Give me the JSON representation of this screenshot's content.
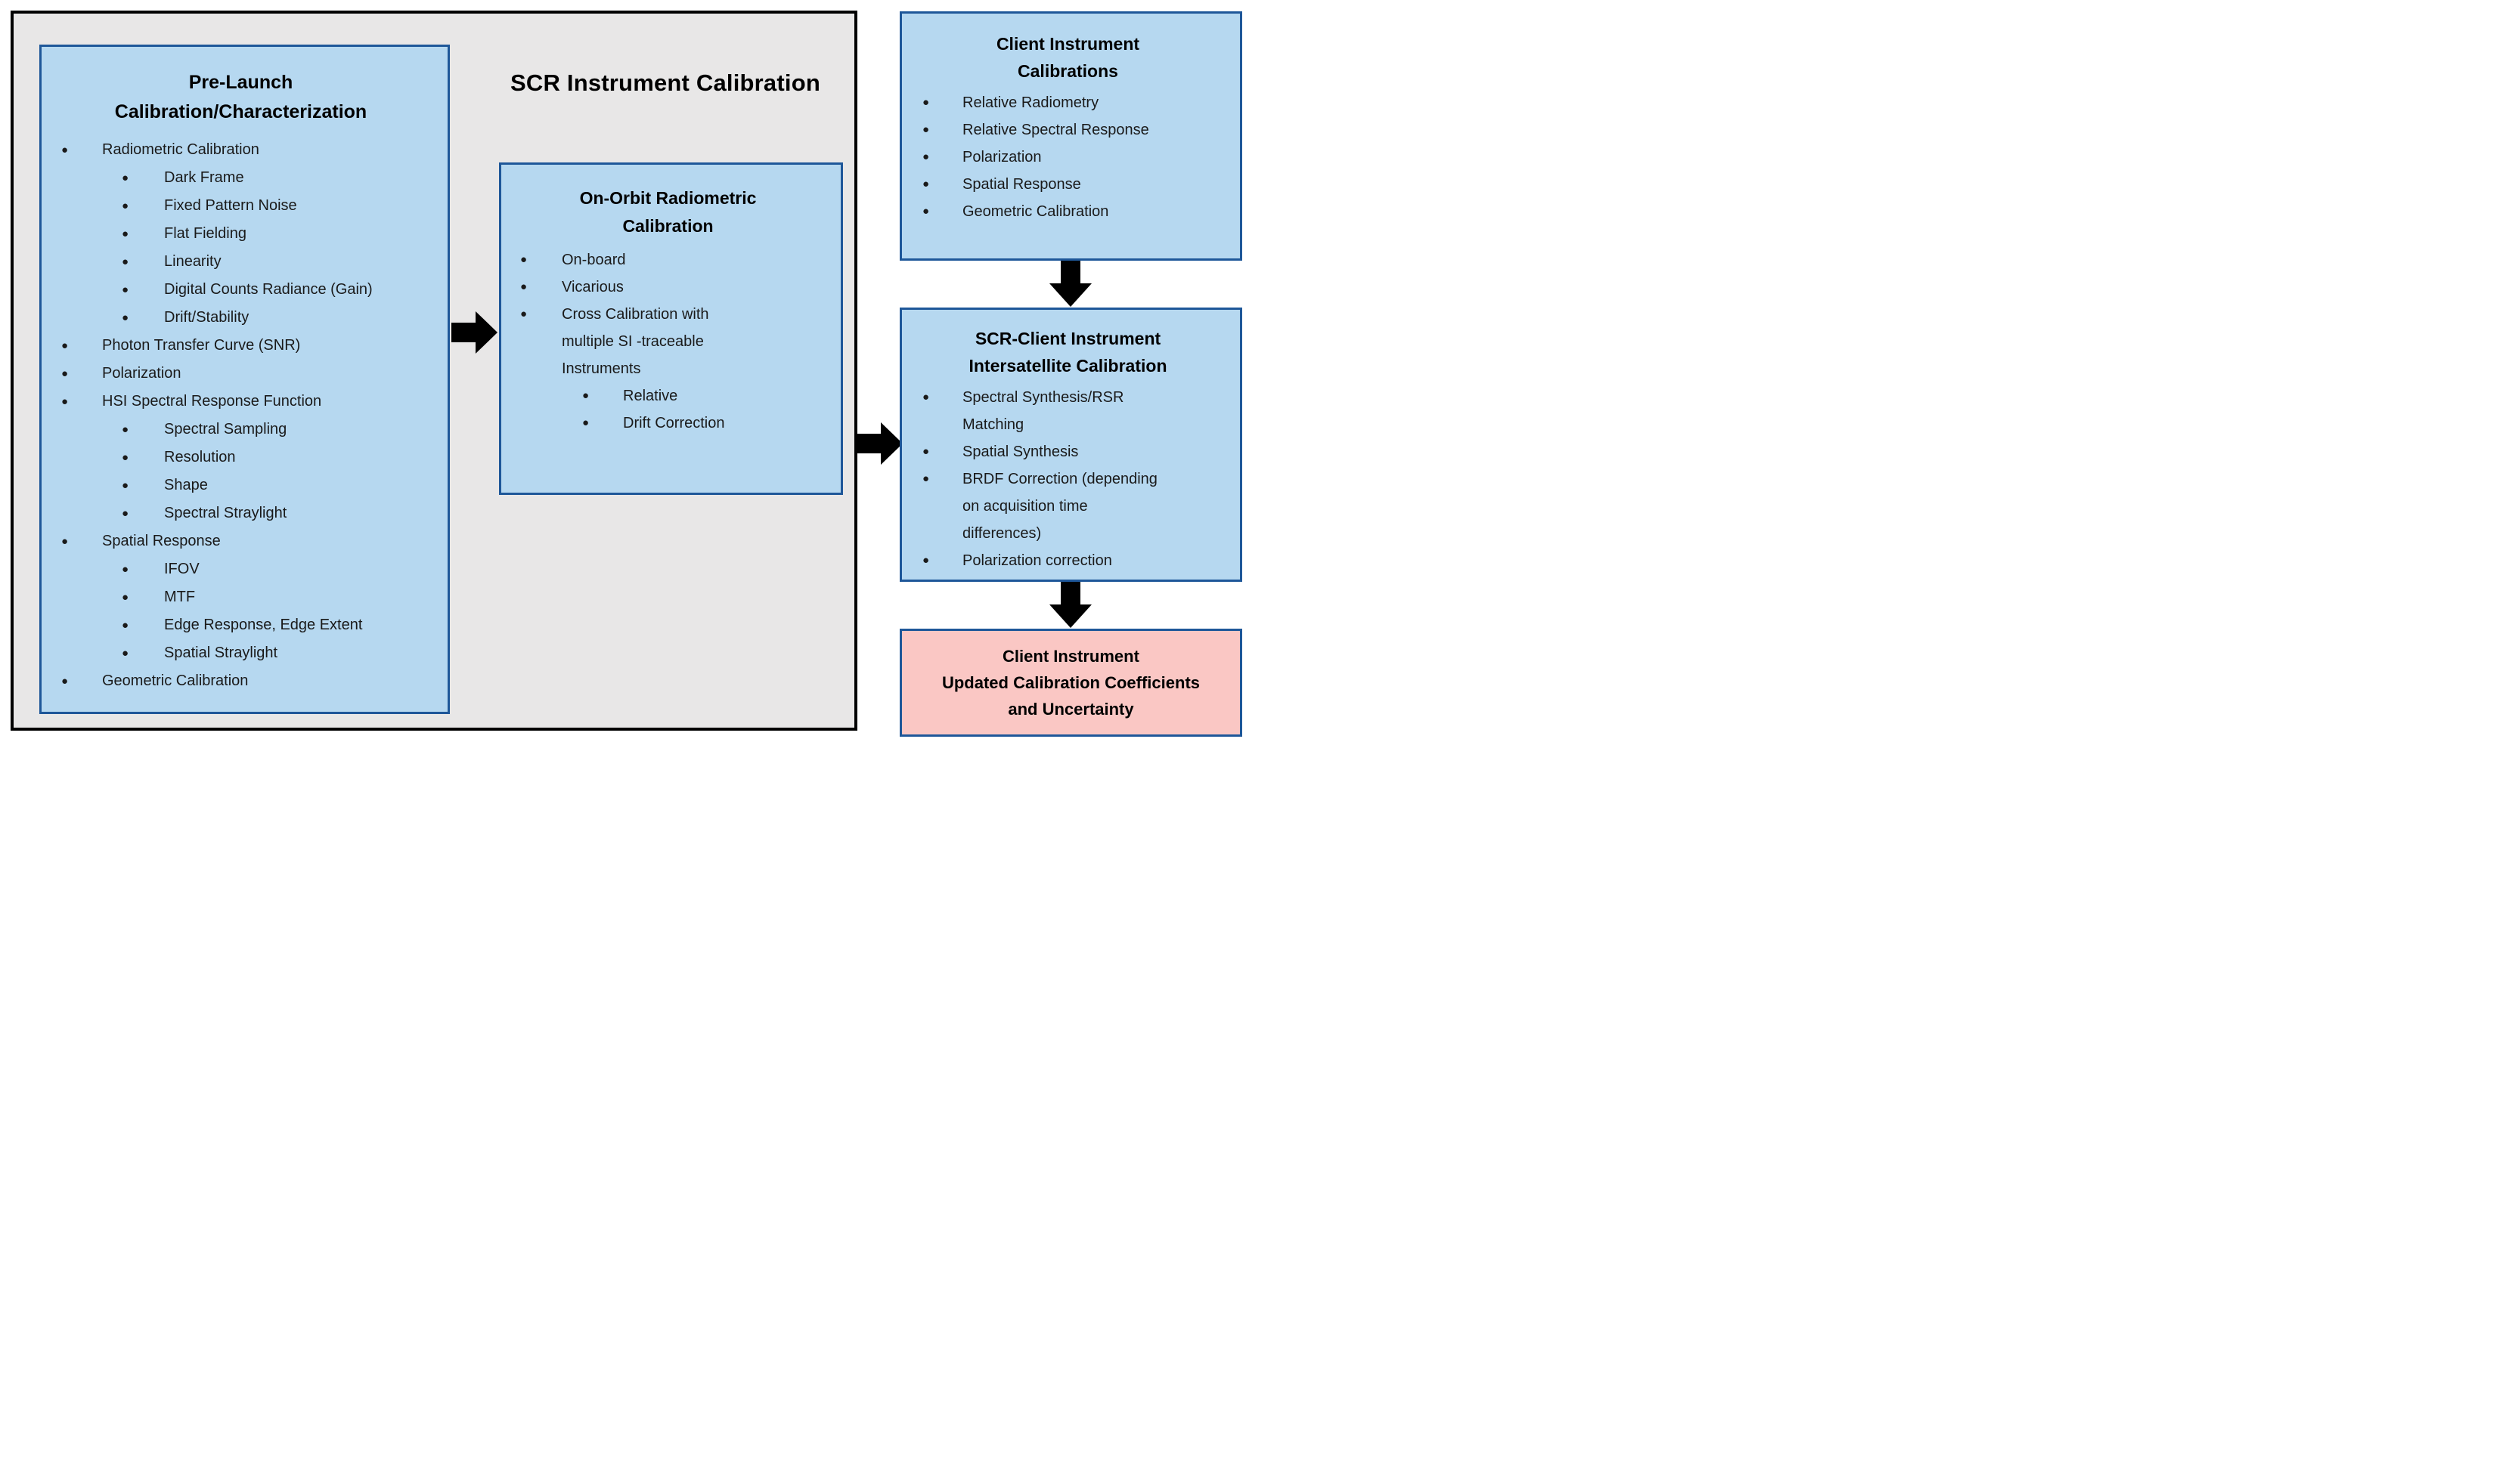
{
  "colors": {
    "group_fill": "#E8E7E7",
    "box_fill": "#B6D8F0",
    "box_border": "#1E5799",
    "output_fill": "#FAC7C4",
    "arrow": "#000000"
  },
  "diagram": {
    "scr_group": {
      "title": "SCR Instrument Calibration",
      "prelaunch_box": {
        "title": "Pre-Launch\nCalibration/Characterization",
        "items": [
          {
            "text": "Radiometric Calibration",
            "level": 1
          },
          {
            "text": "Dark Frame",
            "level": 2
          },
          {
            "text": "Fixed Pattern Noise",
            "level": 2
          },
          {
            "text": "Flat Fielding",
            "level": 2
          },
          {
            "text": "Linearity",
            "level": 2
          },
          {
            "text": "Digital Counts Radiance (Gain)",
            "level": 2
          },
          {
            "text": "Drift/Stability",
            "level": 2
          },
          {
            "text": "Photon Transfer Curve (SNR)",
            "level": 1
          },
          {
            "text": "Polarization",
            "level": 1
          },
          {
            "text": "HSI Spectral Response Function",
            "level": 1
          },
          {
            "text": "Spectral Sampling",
            "level": 2
          },
          {
            "text": "Resolution",
            "level": 2
          },
          {
            "text": "Shape",
            "level": 2
          },
          {
            "text": "Spectral Straylight",
            "level": 2
          },
          {
            "text": "Spatial Response",
            "level": 1
          },
          {
            "text": "IFOV",
            "level": 2
          },
          {
            "text": "MTF",
            "level": 2
          },
          {
            "text": "Edge Response, Edge Extent",
            "level": 2
          },
          {
            "text": "Spatial Straylight",
            "level": 2
          },
          {
            "text": "Geometric Calibration",
            "level": 1
          }
        ]
      },
      "onorbit_box": {
        "title": "On-Orbit Radiometric\nCalibration",
        "items": [
          {
            "text": "On-board",
            "level": 1
          },
          {
            "text": "Vicarious",
            "level": 1
          },
          {
            "text": "Cross Calibration with\nmultiple SI -traceable\nInstruments",
            "level": 1
          },
          {
            "text": "Relative",
            "level": 2
          },
          {
            "text": "Drift Correction",
            "level": 2
          }
        ]
      }
    },
    "client_box": {
      "title": "Client Instrument\nCalibrations",
      "items": [
        {
          "text": "Relative Radiometry",
          "level": 1
        },
        {
          "text": "Relative Spectral Response",
          "level": 1
        },
        {
          "text": "Polarization",
          "level": 1
        },
        {
          "text": "Spatial Response",
          "level": 1
        },
        {
          "text": "Geometric Calibration",
          "level": 1
        }
      ]
    },
    "intersat_box": {
      "title": "SCR-Client Instrument\nIntersatellite Calibration",
      "items": [
        {
          "text": "Spectral Synthesis/RSR\nMatching",
          "level": 1
        },
        {
          "text": "Spatial Synthesis",
          "level": 1
        },
        {
          "text": "BRDF Correction (depending\non acquisition time\ndifferences)",
          "level": 1
        },
        {
          "text": "Polarization correction",
          "level": 1
        }
      ]
    },
    "output_box": {
      "title": "Client Instrument\nUpdated Calibration Coefficients\nand Uncertainty"
    }
  }
}
